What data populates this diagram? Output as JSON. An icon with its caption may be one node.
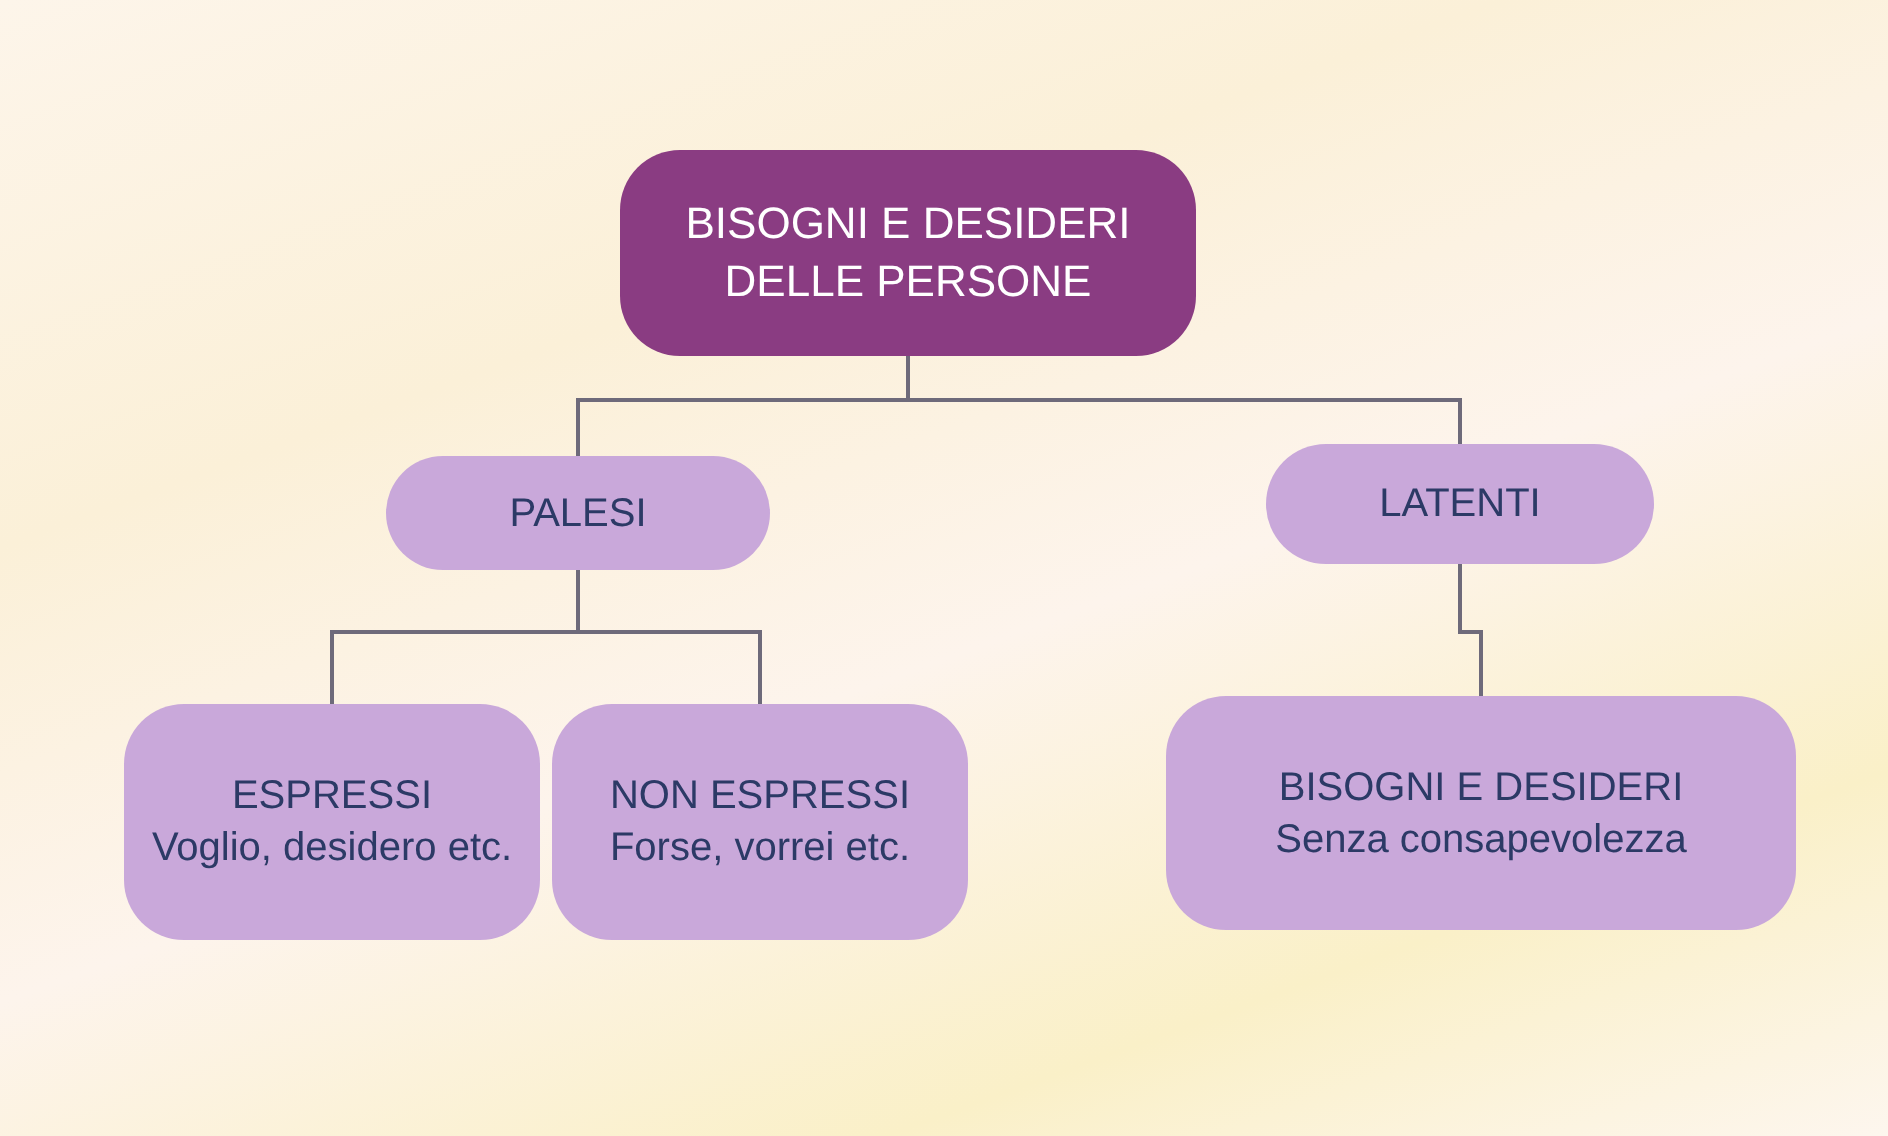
{
  "diagram": {
    "nodes": [
      {
        "text": [
          "BISOGNI E DESIDERI DELLE PERSONE"
        ]
      },
      {
        "text": [
          "PALESI"
        ]
      },
      {
        "text": [
          "LATENTI"
        ]
      },
      {
        "text": [
          "ESPRESSI",
          "Voglio, desidero etc."
        ]
      },
      {
        "text": [
          "NON ESPRESSI",
          "Forse, vorrei etc."
        ]
      },
      {
        "text": [
          "BISOGNI E DESIDERI",
          "Senza consapevolezza"
        ]
      }
    ],
    "edges": [
      {
        "from": 0,
        "to": 1,
        "arrow": "none"
      },
      {
        "from": 0,
        "to": 2,
        "arrow": "none"
      },
      {
        "from": 1,
        "to": 3,
        "arrow": "none"
      },
      {
        "from": 1,
        "to": 4,
        "arrow": "none"
      },
      {
        "from": 2,
        "to": 5,
        "arrow": "none"
      }
    ]
  }
}
